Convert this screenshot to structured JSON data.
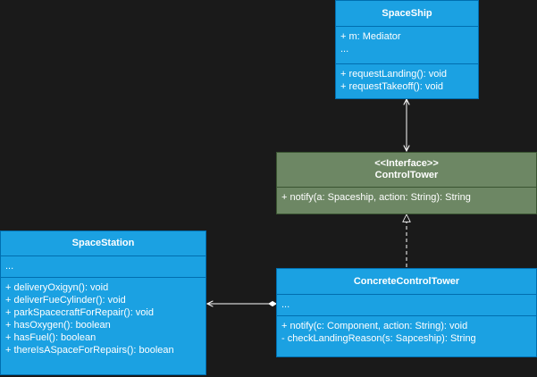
{
  "classes": {
    "spaceship": {
      "name": "SpaceShip",
      "attributes": [
        "+ m: Mediator",
        "..."
      ],
      "operations": [
        "+ requestLanding(): void",
        "+ requestTakeoff(): void"
      ],
      "fill": "#1ba1e2",
      "stroke": "#006eaf"
    },
    "control_tower": {
      "stereotype": "<<Interface>>",
      "name": "ControlTower",
      "operations": [
        "+ notify(a: Spaceship, action: String): String"
      ],
      "fill": "#6d8764",
      "stroke": "#3a5431"
    },
    "space_station": {
      "name": "SpaceStation",
      "attributes": [
        "..."
      ],
      "operations": [
        "+ deliveryOxigyn(): void",
        "+ deliverFueCylinder(): void",
        "+ parkSpacecraftForRepair(): void",
        "+ hasOxygen(): boolean",
        "+ hasFuel(): boolean",
        "+ thereIsASpaceForRepairs(): boolean"
      ],
      "fill": "#1ba1e2",
      "stroke": "#006eaf"
    },
    "concrete_control_tower": {
      "name": "ConcreteControlTower",
      "attributes": [
        "..."
      ],
      "operations": [
        "+ notify(c: Component, action: String): void",
        "- checkLandingReason(s: Sapceship): String"
      ],
      "fill": "#1ba1e2",
      "stroke": "#006eaf"
    }
  },
  "relations": {
    "spaceship_to_control_tower": {
      "kind": "association",
      "direction": "bidirectional"
    },
    "concrete_to_control_tower": {
      "kind": "realization"
    },
    "concrete_to_space_station": {
      "kind": "composition-association"
    }
  },
  "colors": {
    "background": "#1a1a1a",
    "connector": "#ffffff",
    "text": "#ffffff"
  }
}
